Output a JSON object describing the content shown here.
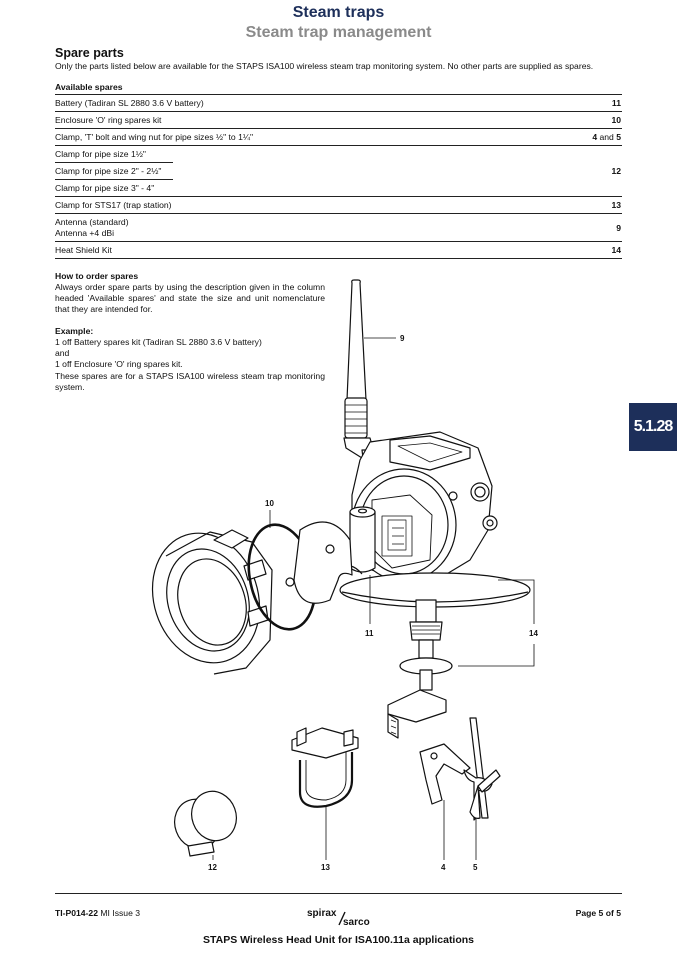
{
  "header": {
    "title": "Steam traps",
    "subtitle": "Steam trap management"
  },
  "section": {
    "heading": "Spare parts",
    "intro": "Only the parts listed below are available for the STAPS ISA100 wireless steam trap monitoring system. No other parts are supplied as spares."
  },
  "spares_table": {
    "header": "Available spares",
    "rows": [
      {
        "label": "Battery (Tadiran SL 2880 3.6 V battery)",
        "value": "11"
      },
      {
        "label": "Enclosure 'O' ring spares kit",
        "value": "10"
      },
      {
        "label": "Clamp, 'T' bolt and wing nut for pipe sizes ½\" to 1¼\"",
        "value_a": "4",
        "value_and": "and",
        "value_b": "5"
      },
      {
        "label": "Clamp for pipe size 1½\""
      },
      {
        "label": "Clamp for pipe size 2\" - 2½\"",
        "value": "12"
      },
      {
        "label": "Clamp for pipe size 3\" - 4\""
      },
      {
        "label": "Clamp for STS17 (trap station)",
        "value": "13"
      },
      {
        "label": "Antenna (standard)",
        "label2": "Antenna +4 dBi",
        "value": "9"
      },
      {
        "label": "Heat Shield Kit",
        "value": "14"
      }
    ]
  },
  "how_to_order": {
    "heading": "How to order spares",
    "text": "Always order spare parts by using the description given in the column headed 'Available spares' and state the size and unit nomenclature that they are intended for.",
    "example_heading": "Example:",
    "example_line1": "1 off  Battery spares kit (Tadiran SL 2880 3.6 V battery)",
    "example_and": "and",
    "example_line2": "1 off  Enclosure 'O' ring spares kit.",
    "closing": "These spares are for a STAPS ISA100 wireless steam trap monitoring system."
  },
  "section_tab": "5.1.28",
  "callouts": {
    "antenna": "9",
    "o_ring": "10",
    "battery": "11",
    "heat_shield": "14",
    "clamp_small": "12",
    "clamp_u": "13",
    "clamp_t": "4",
    "wing_nut": "5"
  },
  "footer": {
    "doc_code": "TI-P014-22",
    "doc_issue": "MI Issue 3",
    "logo_top": "spirax",
    "logo_bottom": "sarco",
    "page": "Page 5 of 5",
    "bottom_title": "STAPS Wireless Head Unit for ISA100.11a applications"
  },
  "colors": {
    "brand_navy": "#1d2f5a",
    "subtitle_grey": "#8a8a8a"
  }
}
